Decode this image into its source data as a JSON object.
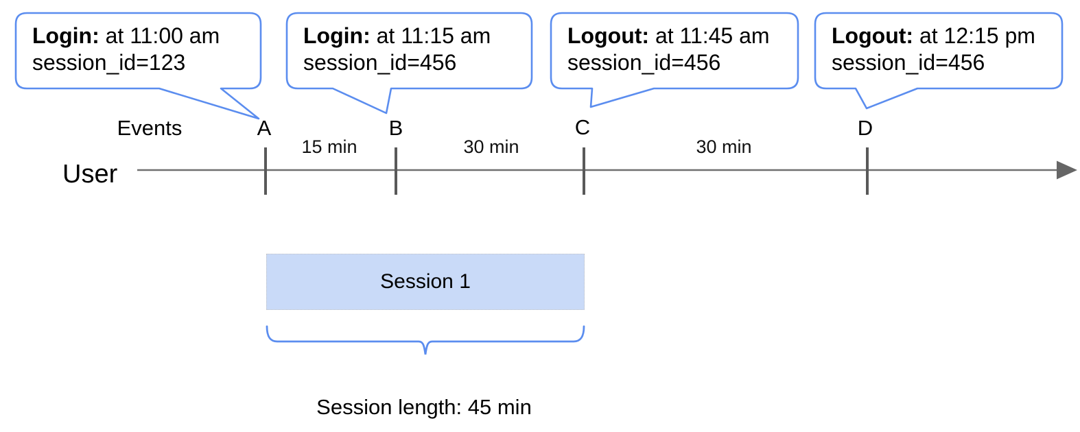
{
  "bubbles": [
    {
      "title": "Login:",
      "time": " at 11:00 am",
      "detail": "session_id=123"
    },
    {
      "title": "Login:",
      "time": " at 11:15 am",
      "detail": "session_id=456"
    },
    {
      "title": "Logout:",
      "time": " at 11:45 am",
      "detail": "session_id=456"
    },
    {
      "title": "Logout:",
      "time": " at 12:15 pm",
      "detail": "session_id=456"
    }
  ],
  "timeline": {
    "events_label": "Events",
    "user_label": "User",
    "ticks": [
      "A",
      "B",
      "C",
      "D"
    ],
    "intervals": [
      "15 min",
      "30 min",
      "30 min"
    ]
  },
  "session": {
    "box_label": "Session 1",
    "length_label": "Session length: 45 min"
  },
  "colors": {
    "bubble_stroke": "#5b8def",
    "session_fill": "#c9daf8",
    "timeline_line": "#707070",
    "tick_mark": "#595959",
    "text": "#000000"
  }
}
